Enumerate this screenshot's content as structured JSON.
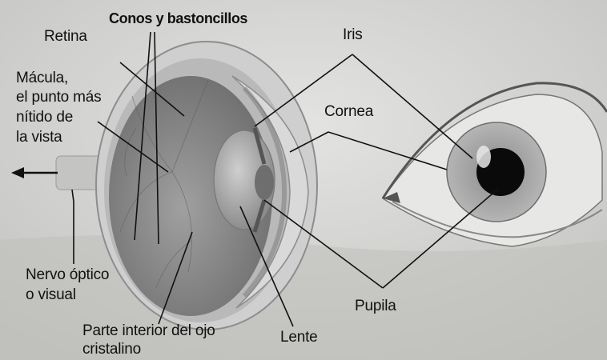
{
  "labels": {
    "conos": "Conos y bastoncillos",
    "retina": "Retina",
    "macula_1": "Mácula,",
    "macula_2": "el punto más",
    "macula_3": "nítido de",
    "macula_4": "la vista",
    "iris": "Iris",
    "cornea": "Cornea",
    "nervio_1": "Nervo óptico",
    "nervio_2": "o visual",
    "pupila": "Pupila",
    "interior_1": "Parte interior del ojo",
    "interior_2": "cristalino",
    "lente": "Lente"
  },
  "colors": {
    "background": "#d8d8d6",
    "eyeball_inner": "#8e8e8e",
    "sclera": "#c9c9c9",
    "pupil": "#0a0a0a",
    "iris": "#a4a4a4",
    "leader_lines": "#111111"
  }
}
